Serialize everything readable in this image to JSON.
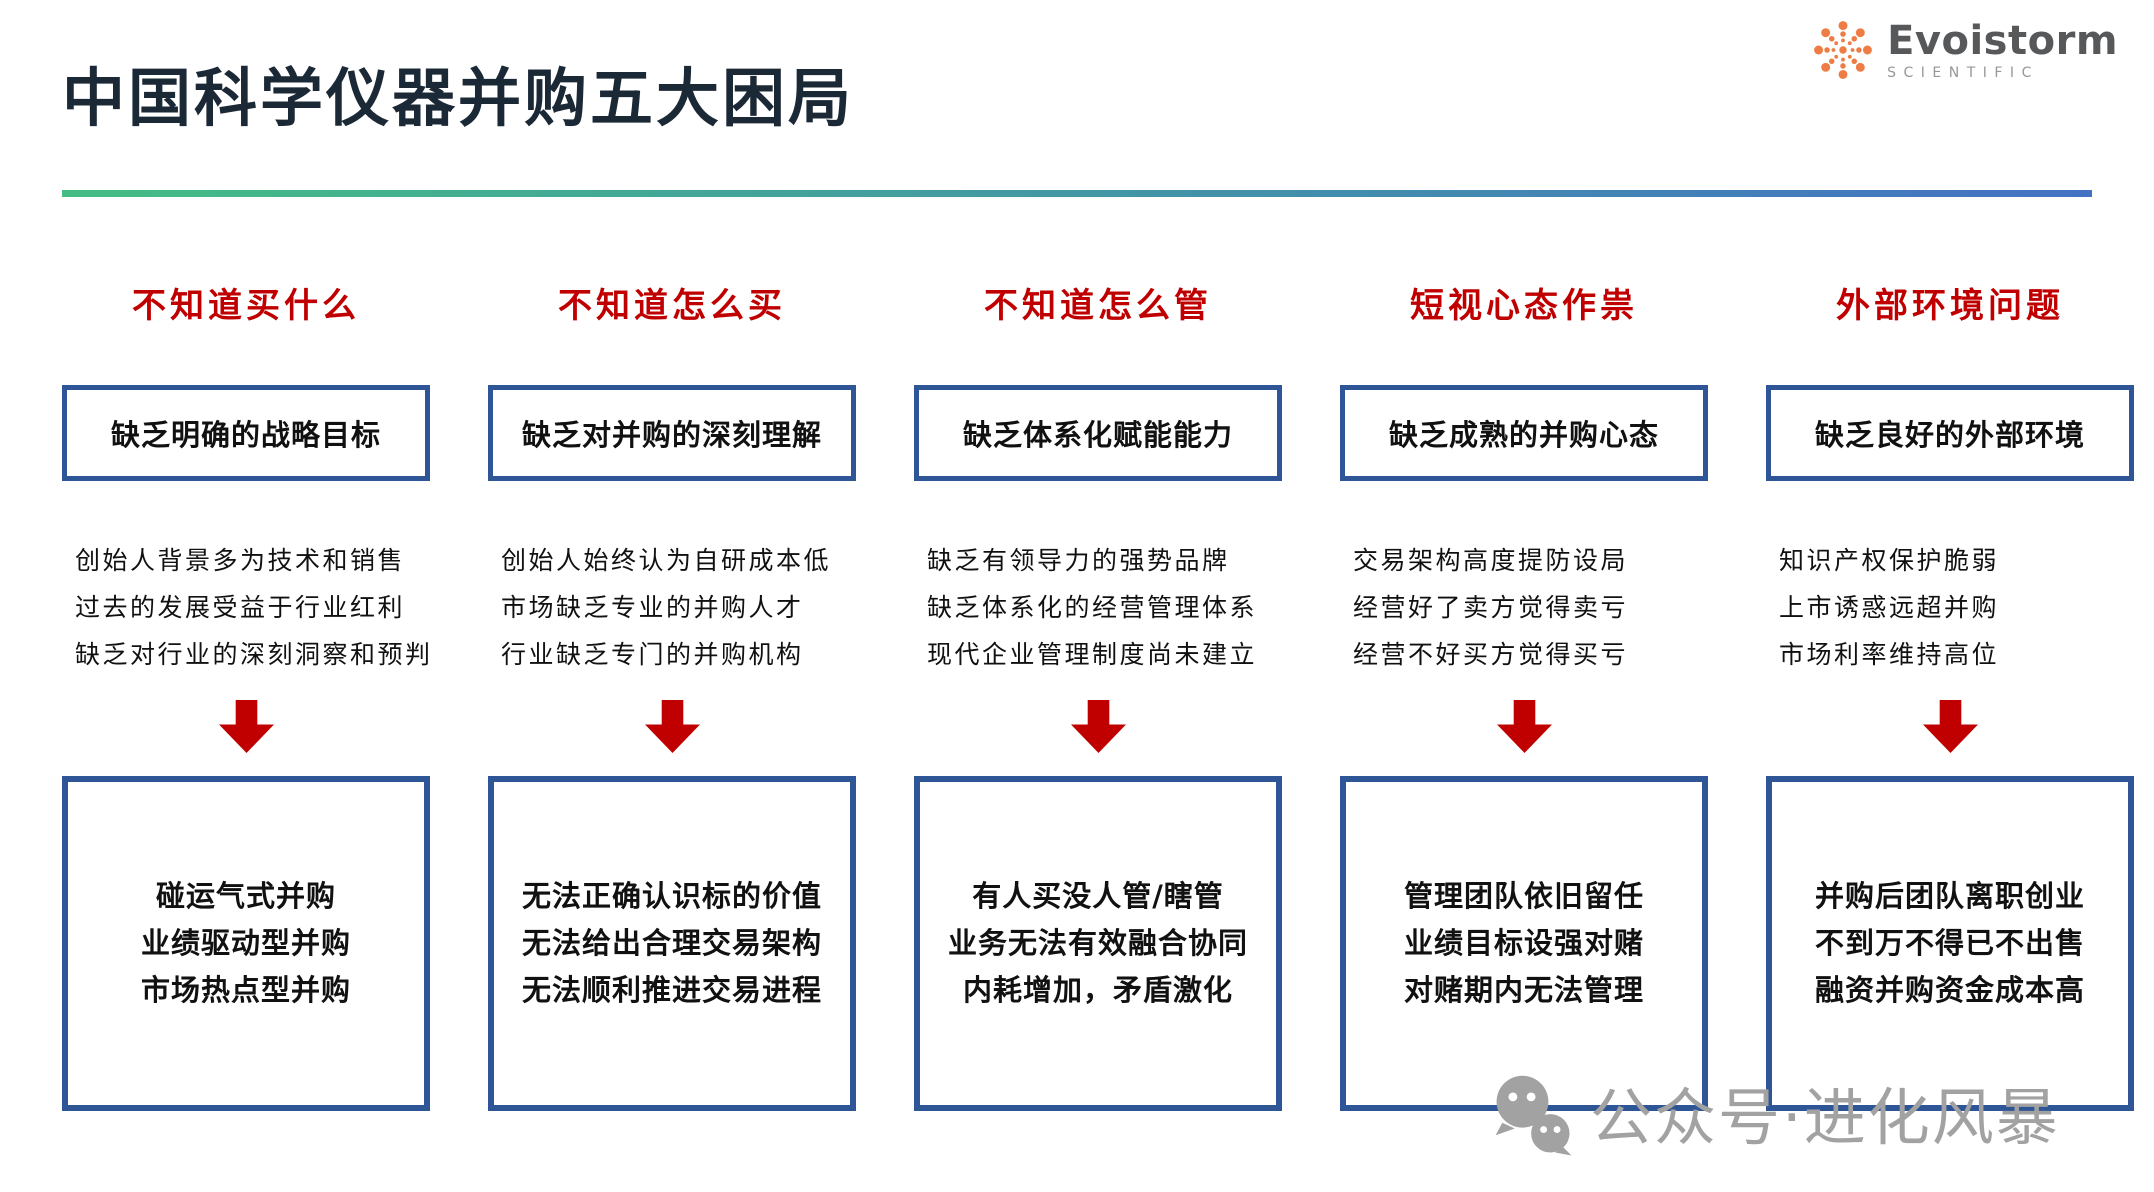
{
  "slide": {
    "title": "中国科学仪器并购五大困局"
  },
  "logo": {
    "name": "Evoistorm",
    "tagline": "SCIENTIFIC"
  },
  "watermark": {
    "label": "公众号·进化风暴"
  },
  "colors": {
    "title_color": "#1b2836",
    "accent_red": "#c00000",
    "border_blue": "#2e5596",
    "gradient_green": "#43bd84",
    "gradient_blue": "#4372c4",
    "logo_orange": "#ee7d45",
    "watermark_gray": "#a2a2a2"
  },
  "columns": [
    {
      "header": "不知道买什么",
      "cause": "缺乏明确的战略目标",
      "details": [
        "创始人背景多为技术和销售",
        "过去的发展受益于行业红利",
        "缺乏对行业的深刻洞察和预判"
      ],
      "results": [
        "碰运气式并购",
        "业绩驱动型并购",
        "市场热点型并购"
      ]
    },
    {
      "header": "不知道怎么买",
      "cause": "缺乏对并购的深刻理解",
      "details": [
        "创始人始终认为自研成本低",
        "市场缺乏专业的并购人才",
        "行业缺乏专门的并购机构"
      ],
      "results": [
        "无法正确认识标的价值",
        "无法给出合理交易架构",
        "无法顺利推进交易进程"
      ]
    },
    {
      "header": "不知道怎么管",
      "cause": "缺乏体系化赋能能力",
      "details": [
        "缺乏有领导力的强势品牌",
        "缺乏体系化的经营管理体系",
        "现代企业管理制度尚未建立"
      ],
      "results": [
        "有人买没人管/瞎管",
        "业务无法有效融合协同",
        "内耗增加，矛盾激化"
      ]
    },
    {
      "header": "短视心态作祟",
      "cause": "缺乏成熟的并购心态",
      "details": [
        "交易架构高度提防设局",
        "经营好了卖方觉得卖亏",
        "经营不好买方觉得买亏"
      ],
      "results": [
        "管理团队依旧留任",
        "业绩目标设强对赌",
        "对赌期内无法管理"
      ]
    },
    {
      "header": "外部环境问题",
      "cause": "缺乏良好的外部环境",
      "details": [
        "知识产权保护脆弱",
        "上市诱惑远超并购",
        "市场利率维持高位"
      ],
      "results": [
        "并购后团队离职创业",
        "不到万不得已不出售",
        "融资并购资金成本高"
      ]
    }
  ]
}
